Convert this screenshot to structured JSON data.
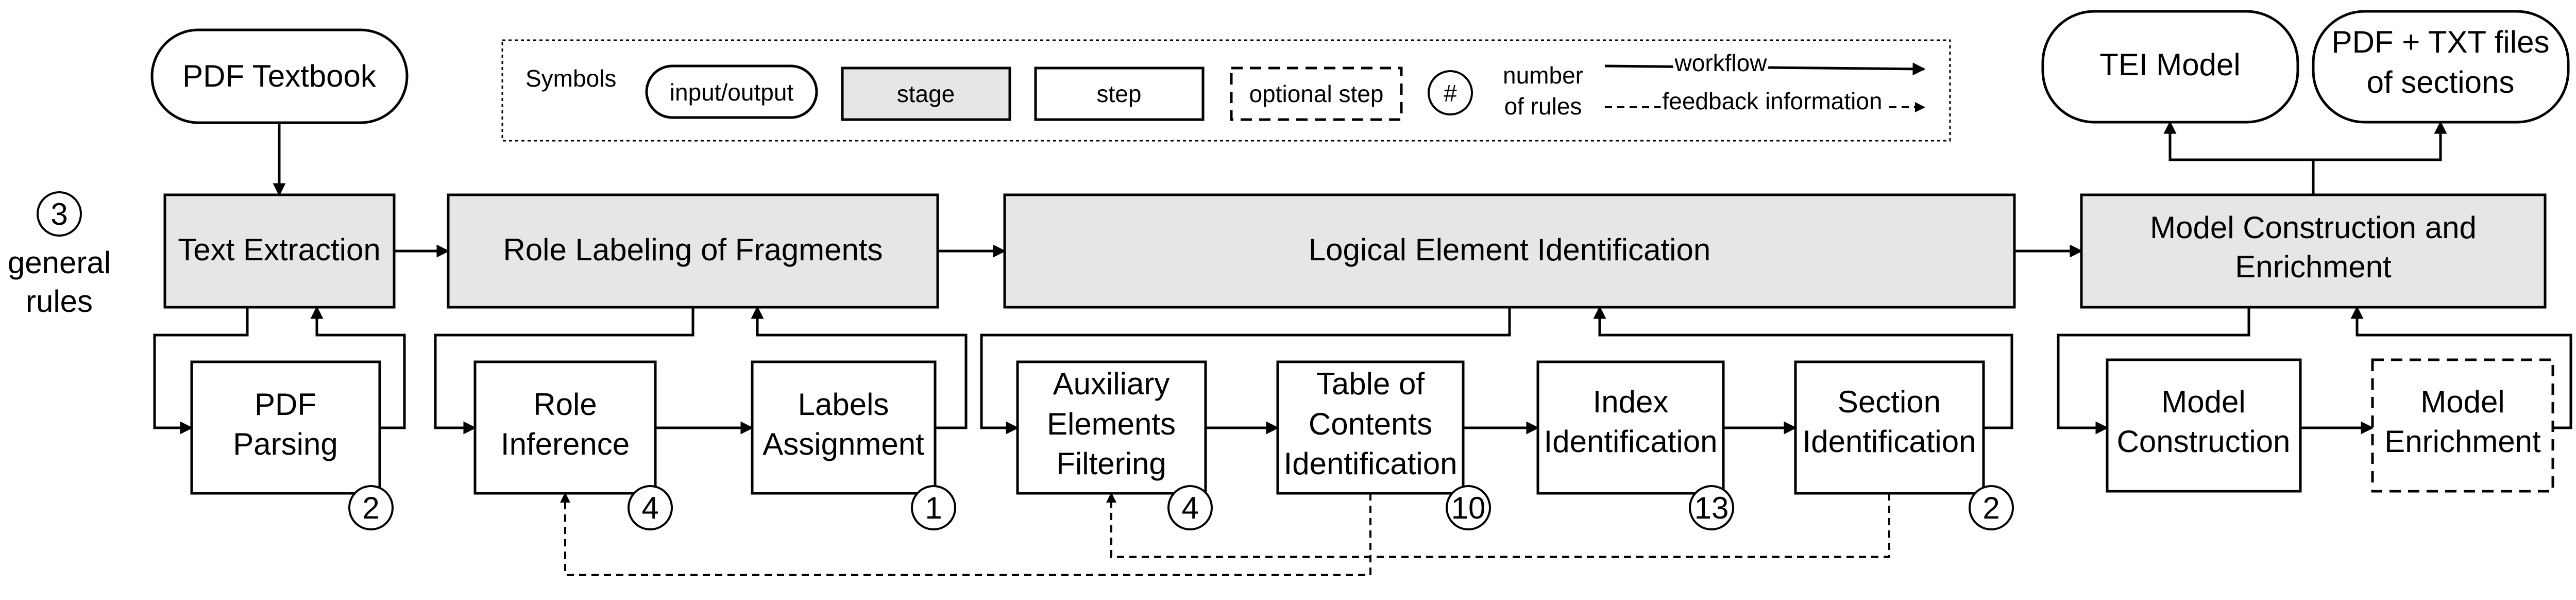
{
  "input": {
    "label": "PDF Textbook"
  },
  "outputs": [
    {
      "label": "TEI Model"
    },
    {
      "line1": "PDF + TXT files",
      "line2": "of sections"
    }
  ],
  "general_rules": {
    "count": "3",
    "line1": "general",
    "line2": "rules"
  },
  "stages": [
    {
      "label": "Text Extraction"
    },
    {
      "label": "Role Labeling of Fragments"
    },
    {
      "label": "Logical Element Identification"
    },
    {
      "line1": "Model Construction and",
      "line2": "Enrichment"
    }
  ],
  "steps": [
    {
      "lines": [
        "PDF",
        "Parsing"
      ],
      "rules": "2"
    },
    {
      "lines": [
        "Role",
        "Inference"
      ],
      "rules": "4"
    },
    {
      "lines": [
        "Labels",
        "Assignment"
      ],
      "rules": "1"
    },
    {
      "lines": [
        "Auxiliary",
        "Elements",
        "Filtering"
      ],
      "rules": "4"
    },
    {
      "lines": [
        "Table of",
        "Contents",
        "Identification"
      ],
      "rules": "10"
    },
    {
      "lines": [
        "Index",
        "Identification"
      ],
      "rules": "13"
    },
    {
      "lines": [
        "Section",
        "Identification"
      ],
      "rules": "2"
    },
    {
      "lines": [
        "Model",
        "Construction"
      ]
    },
    {
      "lines": [
        "Model",
        "Enrichment"
      ],
      "optional": true
    }
  ],
  "legend": {
    "title": "Symbols",
    "io": "input/output",
    "stage": "stage",
    "step": "step",
    "optional": "optional step",
    "rule_symbol": "#",
    "rules_line1": "number",
    "rules_line2": "of rules",
    "workflow": "workflow",
    "feedback": "feedback information"
  },
  "colors": {
    "stage_fill": "#e6e6e6",
    "step_fill": "#ffffff",
    "line": "#000000"
  }
}
